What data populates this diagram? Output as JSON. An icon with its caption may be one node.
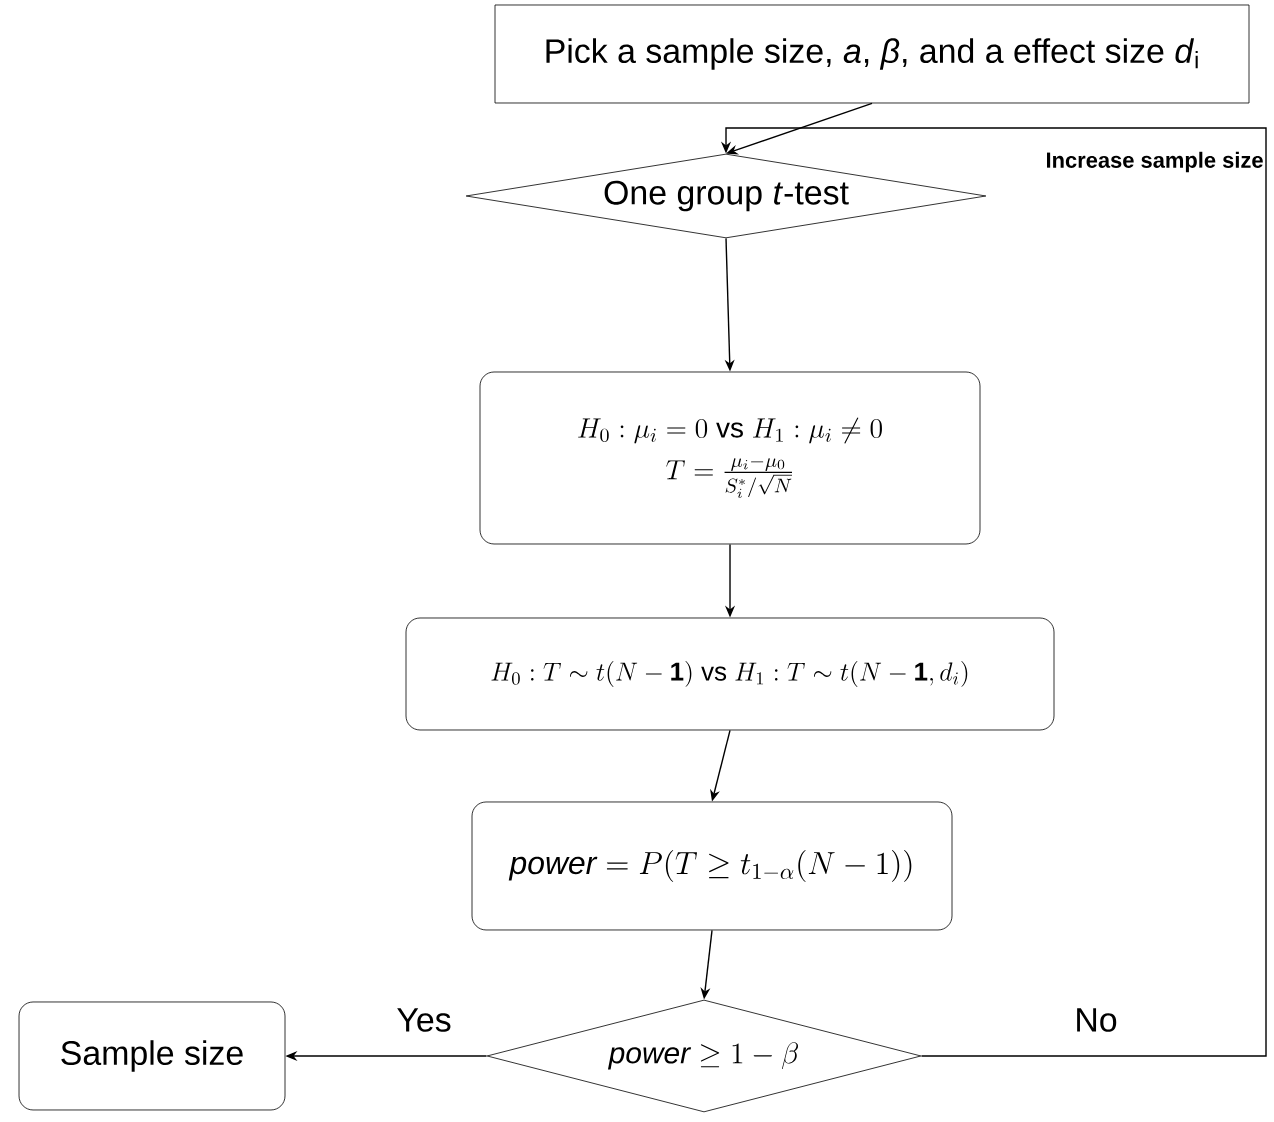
{
  "diagram": {
    "nodes": [
      {
        "text": [
          "Pick a sample size, *a*, *β*, and a effect size *d*$_{i}$"
        ]
      },
      {
        "text": [
          "One group *t*-test"
        ]
      },
      {
        "text": [
          "H_0 : \\mu_i = 0 \\mathrm{\\ vs\\ } H_1 : \\mu_i \\neq 0",
          "T = \\frac{\\mu_i - \\mu_0}{S_i^* / \\sqrt{N}}"
        ]
      },
      {
        "text": [
          "H_0 : T \\sim t(N-\\mathbf{1}) \\mathrm{\\ vs\\ } H_1 : T \\sim t(N-\\mathbf{1}, d_i)"
        ]
      },
      {
        "text": [
          "\\mathit{power} = P(T \\geq t_{1-\\alpha}(N-1))"
        ]
      },
      {
        "text": [
          "Sample size"
        ]
      },
      {
        "text": [
          "\\mathit{power} \\geq 1-\\beta"
        ]
      }
    ],
    "edges": [
      {
        "from": 0,
        "to": 1,
        "arrow": "to"
      },
      {
        "from": 1,
        "to": 2,
        "arrow": "to"
      },
      {
        "from": 2,
        "to": 3,
        "arrow": "to"
      },
      {
        "from": 3,
        "to": 4,
        "arrow": "to"
      },
      {
        "from": 4,
        "to": 6,
        "arrow": "to"
      },
      {
        "from": 6,
        "to": 5,
        "label": "Yes",
        "arrow": "to"
      },
      {
        "from": 6,
        "to": 1,
        "label": "No",
        "arrow": "to"
      }
    ],
    "labels": [
      "Increase sample size"
    ]
  }
}
